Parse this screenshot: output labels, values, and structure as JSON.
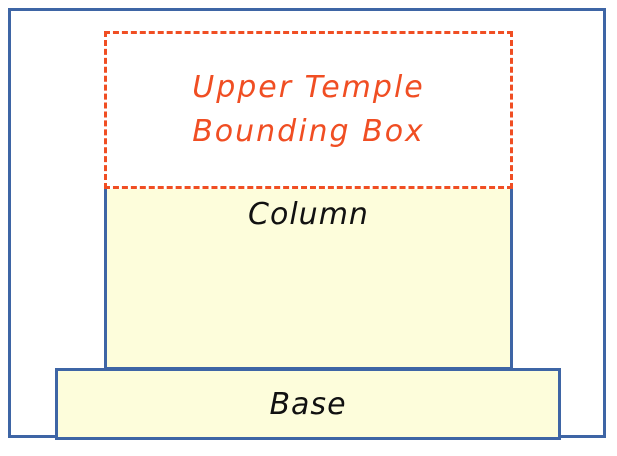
{
  "diagram": {
    "temple_box": {
      "line1": "Upper Temple",
      "line2": "Bounding Box"
    },
    "column": {
      "label": "Column"
    },
    "base": {
      "label": "Base"
    }
  },
  "colors": {
    "frame_border": "#3e65a5",
    "dashed_border": "#f04e23",
    "fill": "#fdfddb",
    "text": "#111111"
  }
}
